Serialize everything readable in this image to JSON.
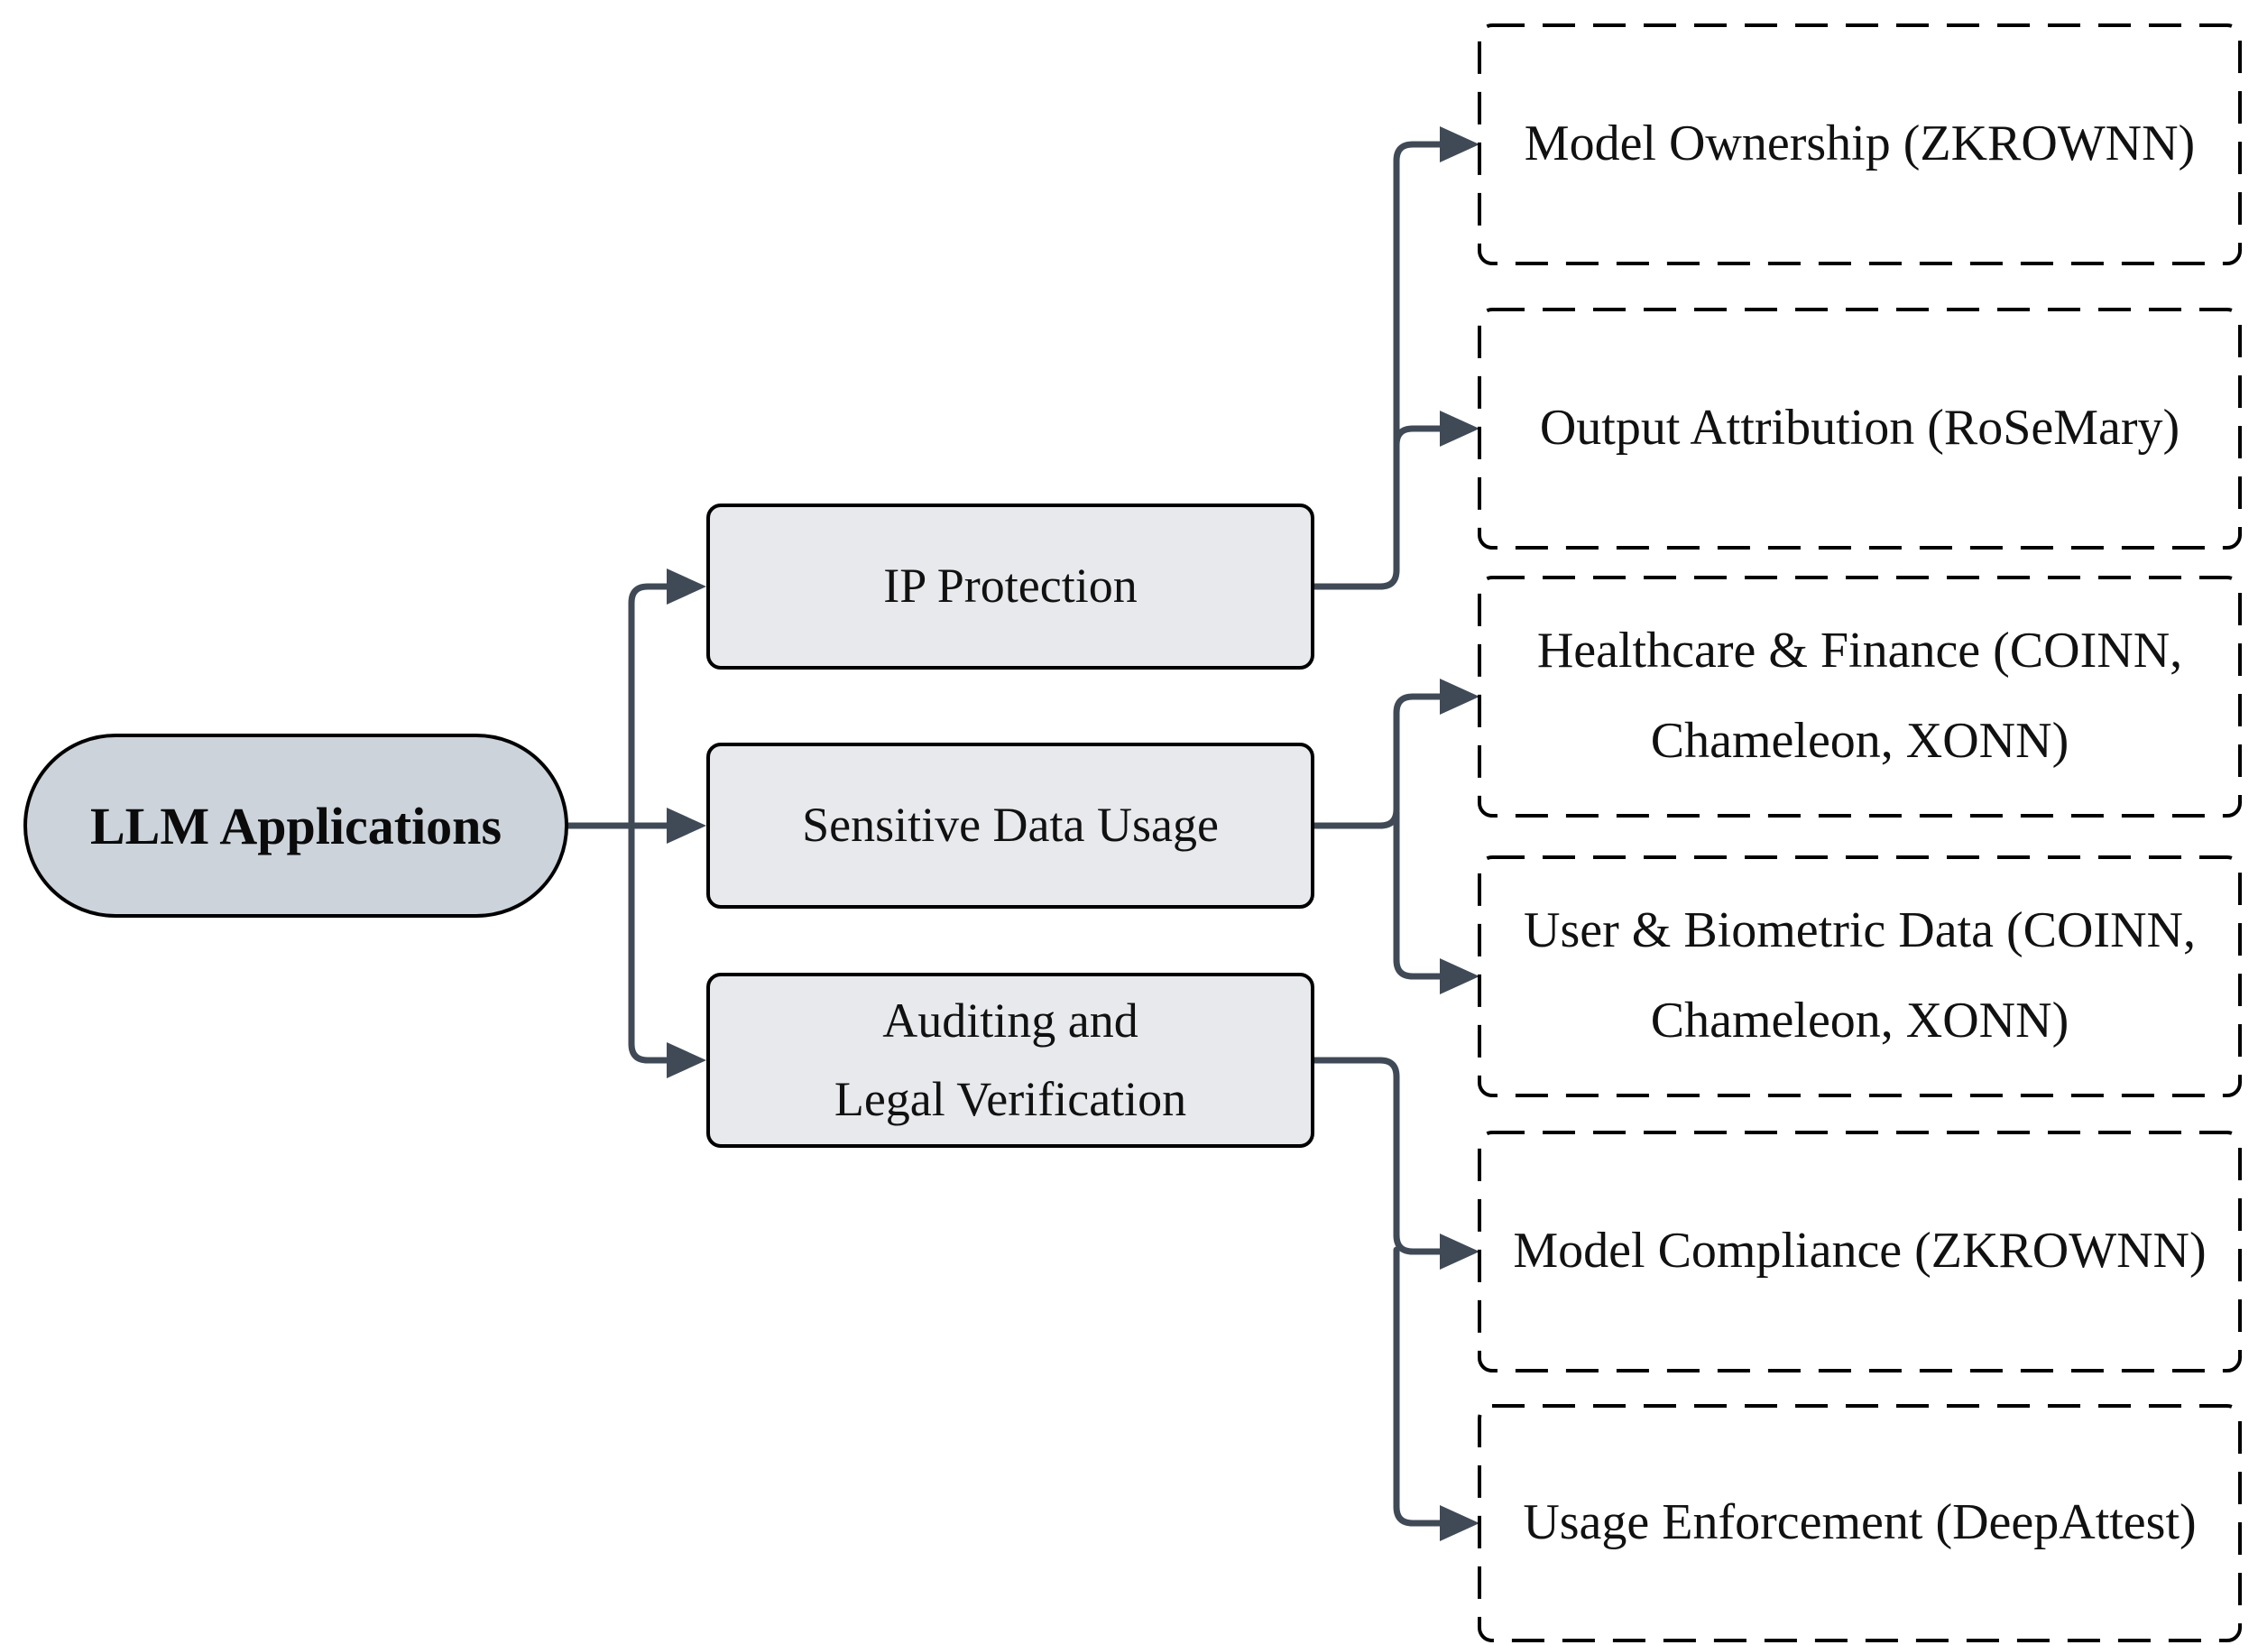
{
  "diagram": {
    "root": {
      "label": "LLM Applications"
    },
    "categories": [
      {
        "line1": "IP Protection"
      },
      {
        "line1": "Sensitive Data Usage"
      },
      {
        "line1": "Auditing and",
        "line2": "Legal Verification"
      }
    ],
    "leaves": [
      {
        "line1": "Model Ownership (ZKROWNN)"
      },
      {
        "line1": "Output Attribution (RoSeMary)"
      },
      {
        "line1": "Healthcare & Finance (COINN,",
        "line2": "Chameleon, XONN)"
      },
      {
        "line1": "User & Biometric Data (COINN,",
        "line2": "Chameleon, XONN)"
      },
      {
        "line1": "Model Compliance (ZKROWNN)"
      },
      {
        "line1": "Usage Enforcement (DeepAttest)"
      }
    ],
    "colors": {
      "root_fill": "#ccd3da",
      "category_fill": "#e7e9ec",
      "leaf_fill": "#ffffff",
      "border": "#000000",
      "connector": "#404a57",
      "text": "#111111"
    }
  }
}
